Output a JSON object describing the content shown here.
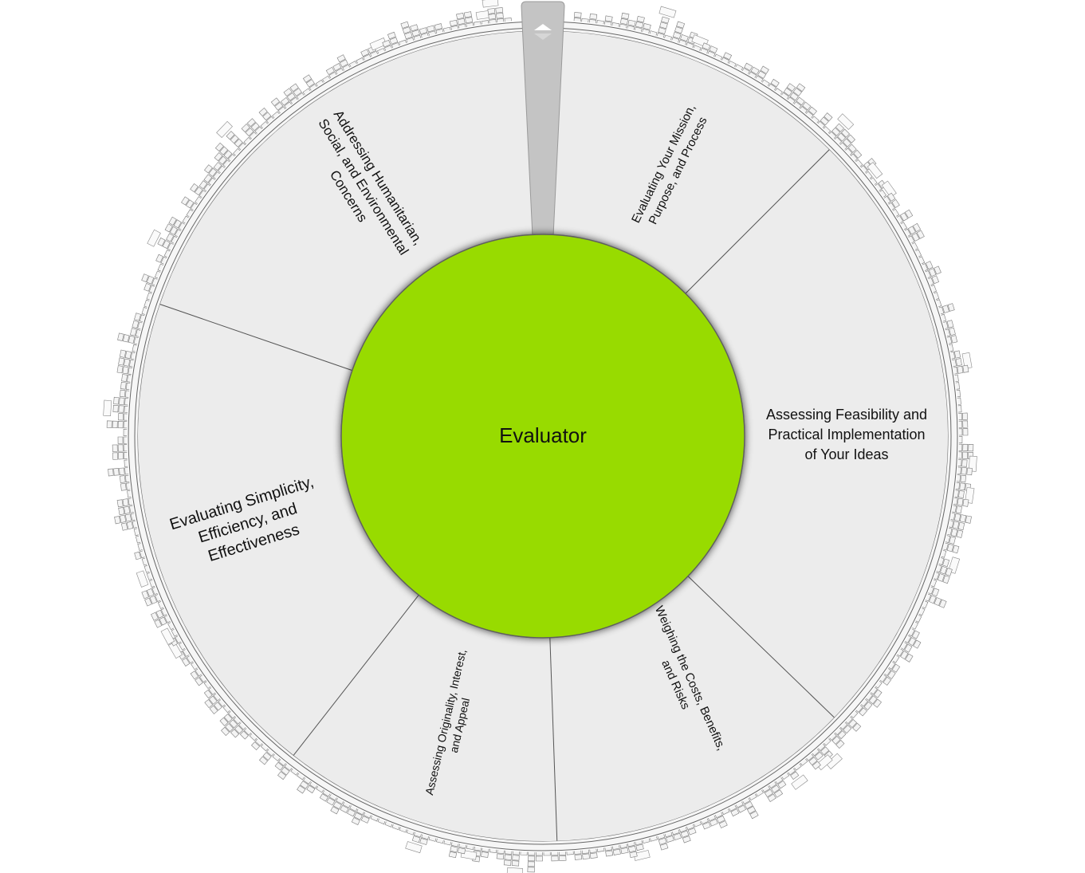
{
  "center": {
    "label": "Evaluator",
    "color": "#98db00"
  },
  "colors": {
    "segment_fill": "#ececec",
    "segment_line": "#555555",
    "ring_stroke": "#666666",
    "pointer_fill": "#c4c4c4",
    "tick_fill": "#f4f4f4"
  },
  "segments": [
    {
      "label_lines": [
        "Evaluating Your Mission,",
        "Purpose, and Process"
      ]
    },
    {
      "label_lines": [
        "Assessing Feasibility and",
        "Practical Implementation",
        "of Your Ideas"
      ]
    },
    {
      "label_lines": [
        "Weighing the Costs, Benefits,",
        "and Risks"
      ]
    },
    {
      "label_lines": [
        "Assessing Originality, Interest,",
        "and Appeal"
      ]
    },
    {
      "label_lines": [
        "Evaluating Simplicity,",
        "Efficiency, and",
        "Effectiveness"
      ]
    },
    {
      "label_lines": [
        "Addressing Humanitarian,",
        "Social, and Environmental",
        "Concerns"
      ]
    }
  ],
  "pointer": {
    "icon": "chevron-up-down-icon"
  }
}
